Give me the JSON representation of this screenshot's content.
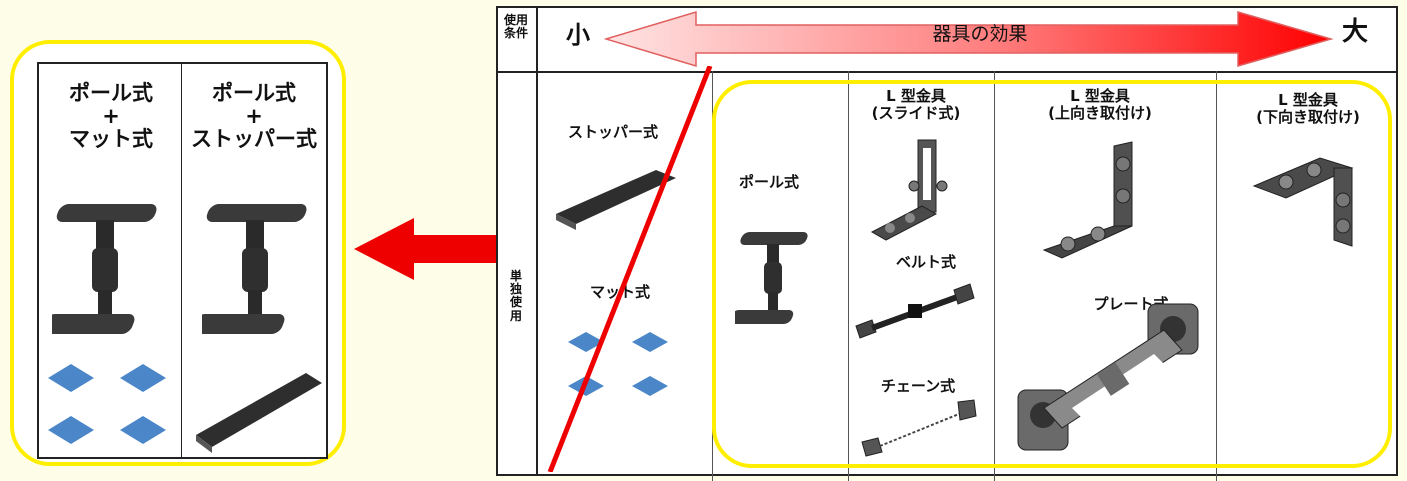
{
  "left_panel": {
    "col1_title": [
      "ポール式",
      "+",
      "マット式"
    ],
    "col2_title": [
      "ポール式",
      "+",
      "ストッパー式"
    ]
  },
  "chart": {
    "header_left": [
      "使用",
      "条件"
    ],
    "scale_small": "小",
    "scale_large": "大",
    "arrow_label": "器具の効果",
    "row_label": [
      "単",
      "独",
      "使",
      "用"
    ],
    "stopper": "ストッパー式",
    "mat": "マット式",
    "pole": "ポール式",
    "l_slide": [
      "L 型金具",
      "(スライド式)"
    ],
    "belt": "ベルト式",
    "chain": "チェーン式",
    "l_up": [
      "L 型金具",
      "(上向き取付け)"
    ],
    "plate": "プレート式",
    "l_down": [
      "L 型金具",
      "(下向き取付け)"
    ]
  },
  "colors": {
    "highlight_border": "#ffee00",
    "arrow_red": "#ee0000",
    "device_dark": "#333333",
    "mat_blue": "#4a86c8"
  }
}
